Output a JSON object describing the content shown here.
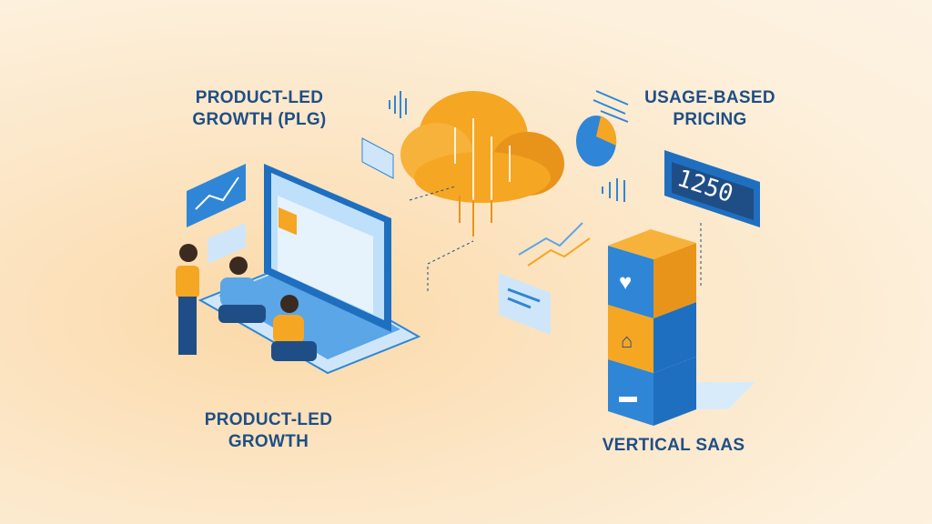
{
  "labels": {
    "plg_top_line1": "PRODUCT-LED",
    "plg_top_line2": "GROWTH (PLG)",
    "usage_line1": "USAGE-BASED",
    "usage_line2": "PRICING",
    "plg_bottom_line1": "PRODUCT-LED",
    "plg_bottom_line2": "GROWTH",
    "vertical_saas": "VERTICAL SAAS"
  },
  "counter": {
    "value": "1250"
  },
  "colors": {
    "blue": "#2f86d6",
    "dark_blue": "#1f4e86",
    "orange": "#f5a623",
    "background": "#fdf0dc"
  }
}
